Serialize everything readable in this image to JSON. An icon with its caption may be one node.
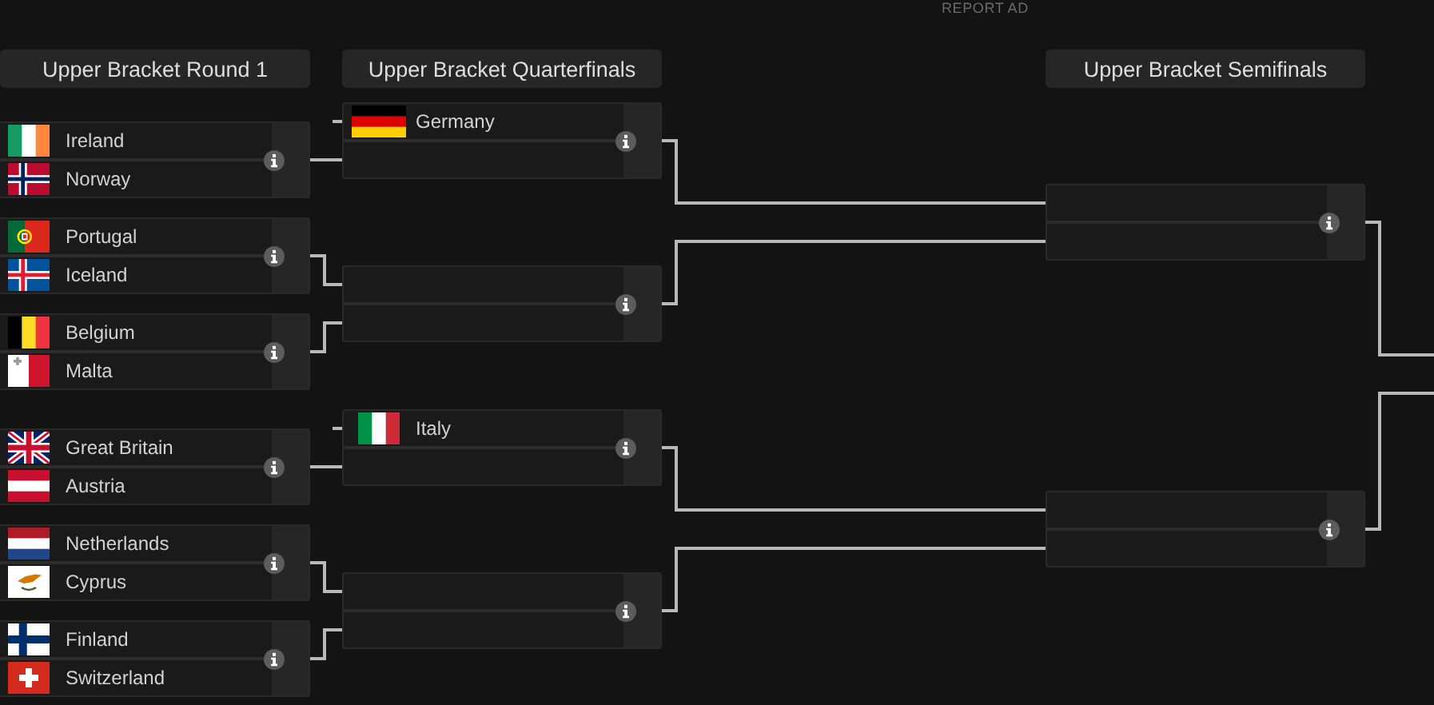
{
  "diagram": {
    "nodes": [
      {
        "text": [
          "Upper Bracket Round 1"
        ]
      },
      {
        "text": [
          "Upper Bracket Quarterfinals"
        ]
      },
      {
        "text": [
          "Upper Bracket Semifinals"
        ]
      },
      {
        "text": [
          "Ireland",
          "Norway"
        ]
      },
      {
        "text": [
          "Portugal",
          "Iceland"
        ]
      },
      {
        "text": [
          "Belgium",
          "Malta"
        ]
      },
      {
        "text": [
          "Great Britain",
          "Austria"
        ]
      },
      {
        "text": [
          "Netherlands",
          "Cyprus"
        ]
      },
      {
        "text": [
          "Finland",
          "Switzerland"
        ]
      },
      {
        "text": [
          "Germany"
        ]
      },
      {
        "text": [],
        "shape": "box"
      },
      {
        "text": [
          "Italy"
        ]
      },
      {
        "text": [],
        "shape": "box"
      },
      {
        "text": [],
        "shape": "box"
      },
      {
        "text": [],
        "shape": "box"
      }
    ],
    "edges": [
      {
        "from": null,
        "to": 9,
        "arrow": "none"
      },
      {
        "from": 3,
        "to": 9,
        "arrow": "none"
      },
      {
        "from": 4,
        "to": 10,
        "arrow": "none"
      },
      {
        "from": 5,
        "to": 10,
        "arrow": "none"
      },
      {
        "from": null,
        "to": 11,
        "arrow": "none"
      },
      {
        "from": 6,
        "to": 11,
        "arrow": "none"
      },
      {
        "from": 7,
        "to": 12,
        "arrow": "none"
      },
      {
        "from": 8,
        "to": 12,
        "arrow": "none"
      },
      {
        "from": 9,
        "to": 13,
        "arrow": "none"
      },
      {
        "from": 10,
        "to": 13,
        "arrow": "none"
      },
      {
        "from": 11,
        "to": 14,
        "arrow": "none"
      },
      {
        "from": 12,
        "to": 14,
        "arrow": "none"
      },
      {
        "from": 13,
        "to": null,
        "arrow": "none"
      },
      {
        "from": 14,
        "to": null,
        "arrow": "none"
      }
    ],
    "labels": [
      "REPORT AD"
    ]
  }
}
